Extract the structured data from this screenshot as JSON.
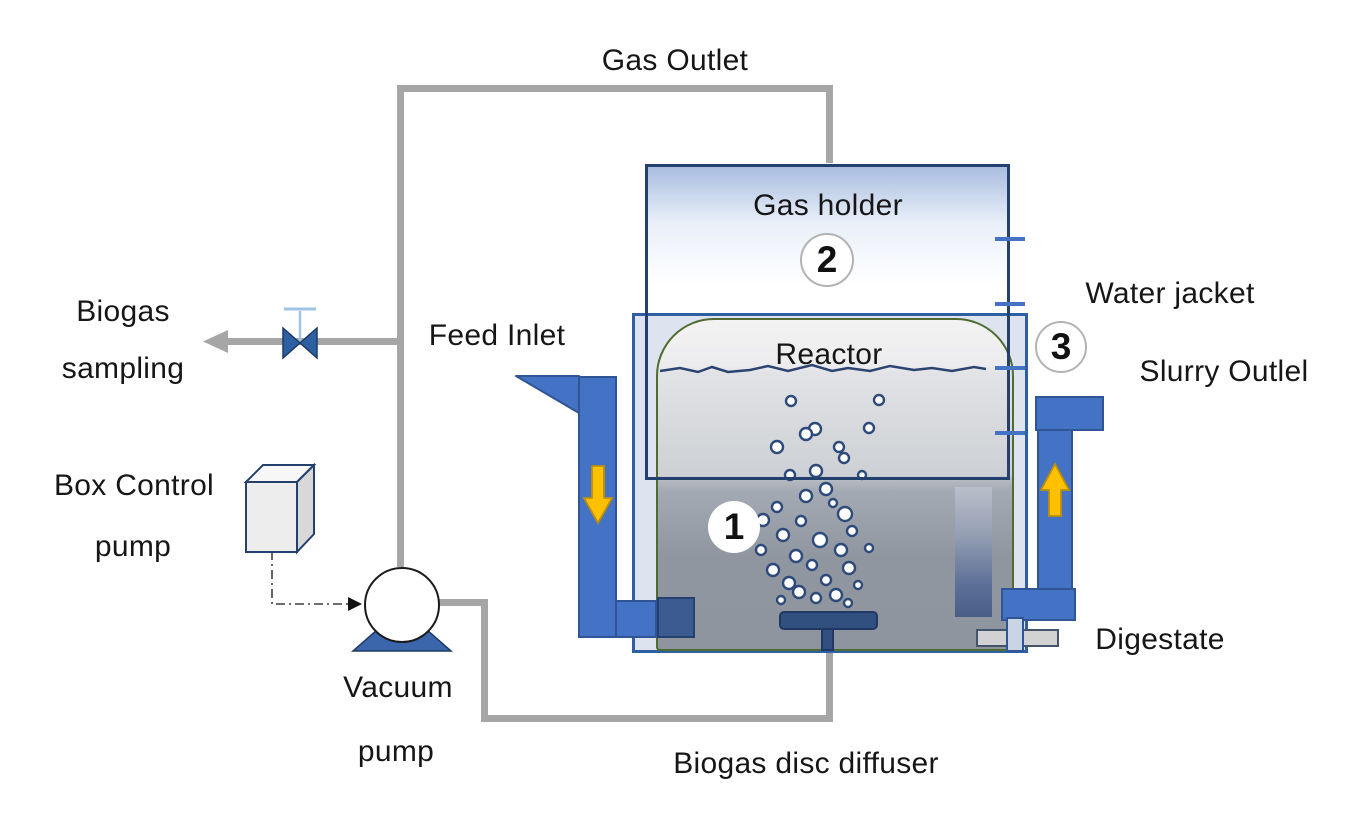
{
  "labels": {
    "gas_outlet": "Gas Outlet",
    "biogas_sampling": [
      "Biogas",
      "sampling"
    ],
    "box_control_pump": [
      "Box Control",
      "pump"
    ],
    "vacuum_pump": [
      "Vacuum",
      "pump"
    ],
    "feed_inlet": "Feed Inlet",
    "gas_holder": "Gas holder",
    "reactor": "Reactor",
    "water_jacket": "Water jacket",
    "slurry_outlet": "Slurry Outlel",
    "digestate": "Digestate",
    "biogas_disc_diffuser": "Biogas disc diffuser"
  },
  "markers": {
    "zone1": "1",
    "zone2": "2",
    "zone3": "3"
  },
  "colors": {
    "pipe_gray": "#a6a6a6",
    "component_blue": "#4472c4",
    "navy_border": "#24406e",
    "reactor_green": "#4f6b2f",
    "arrow_yellow": "#ffc000",
    "valve_blue": "#2e5fa3",
    "jacket_fill": "#dde4ef"
  }
}
